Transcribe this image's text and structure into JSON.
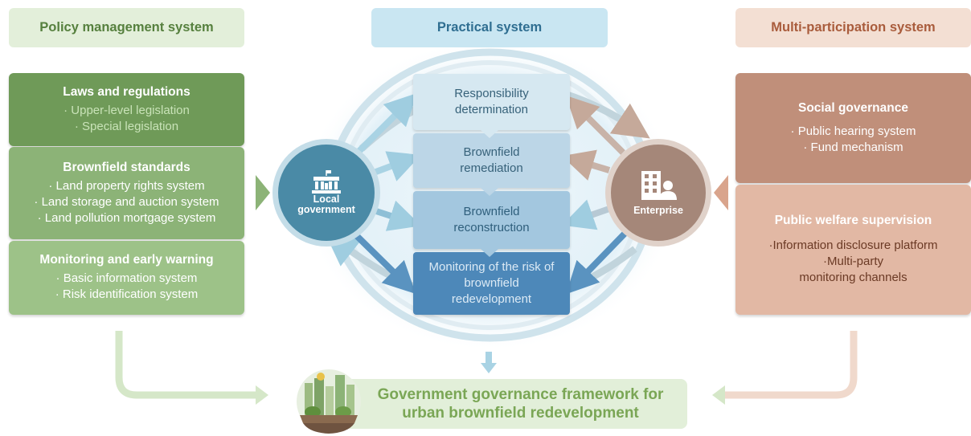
{
  "colors": {
    "green_dark": "#6f9a58",
    "green_mid": "#8cb377",
    "green_light": "#9dc288",
    "green_header": "#e3efda",
    "blue_header": "#c9e6f2",
    "blue_step1": "#d6e8f1",
    "blue_step2": "#bcd6e7",
    "blue_step3": "#a3c7df",
    "blue_step4": "#4d88b9",
    "blue_circle": "#4a8aa6",
    "brown_dark": "#c08f7a",
    "brown_light": "#e2b8a4",
    "brown_header": "#f3dfd3",
    "brown_circle": "#a58779",
    "goal_bg": "#e2efd9",
    "goal_text": "#7aa655"
  },
  "headers": {
    "policy": "Policy management system",
    "practical": "Practical system",
    "multi": "Multi-participation system"
  },
  "policy": {
    "laws": {
      "title": "Laws and regulations",
      "items": [
        "· Upper-level legislation",
        "· Special legislation"
      ]
    },
    "standards": {
      "title": "Brownfield standards",
      "items": [
        "· Land property rights system",
        "· Land storage and auction system",
        "· Land pollution mortgage system"
      ]
    },
    "monitoring": {
      "title": "Monitoring and early warning",
      "items": [
        "· Basic information system",
        "· Risk identification system"
      ]
    }
  },
  "practical": {
    "steps": [
      "Responsibility determination",
      "Brownfield remediation",
      "Brownfield reconstruction",
      "Monitoring of the risk of brownfield redevelopment"
    ],
    "local": {
      "label1": "Local",
      "label2": "government",
      "icon": "government-building-icon"
    },
    "enterprise": {
      "label": "Enterprise",
      "icon": "business-person-icon"
    }
  },
  "multi": {
    "social": {
      "title": "Social governance",
      "items": [
        "· Public hearing system",
        "· Fund mechanism"
      ]
    },
    "welfare": {
      "title": "Public welfare supervision",
      "items": [
        "·Information disclosure platform",
        "·Multi-party",
        "monitoring channels"
      ]
    }
  },
  "goal": {
    "line1": "Government governance framework for",
    "line2": "urban brownfield redevelopment",
    "icon": "city-landscape-icon"
  }
}
